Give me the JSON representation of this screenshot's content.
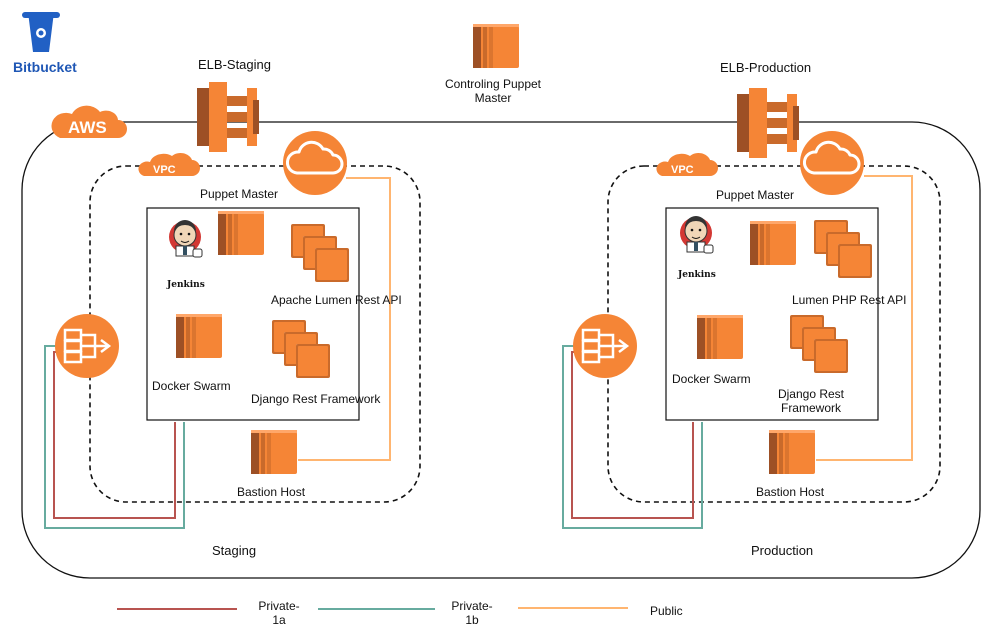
{
  "logo": {
    "text": "Bitbucket"
  },
  "aws_badge": "AWS",
  "vpc_badge": "VPC",
  "top": {
    "elb_staging": "ELB-Staging",
    "elb_production": "ELB-Production",
    "controlling_master": "Controling Puppet\nMaster"
  },
  "staging": {
    "puppet_master": "Puppet Master",
    "jenkins": "Jenkins",
    "api": "Apache Lumen Rest API",
    "docker": "Docker Swarm",
    "django": "Django Rest Framework",
    "bastion": "Bastion Host",
    "env_label": "Staging"
  },
  "production": {
    "puppet_master": "Puppet Master",
    "jenkins": "Jenkins",
    "api": "Lumen PHP Rest API",
    "docker": "Docker Swarm",
    "django": "Django Rest\nFramework",
    "bastion": "Bastion Host",
    "env_label": "Production"
  },
  "legend": {
    "private_1a": "Private-\n1a",
    "private_1b": "Private-\n1b",
    "public": "Public"
  },
  "colors": {
    "orange": "#f58536",
    "private_1a": "#b85450",
    "private_1b": "#67ab9f",
    "public": "#ffb570",
    "bitbucket": "#2160c4"
  }
}
